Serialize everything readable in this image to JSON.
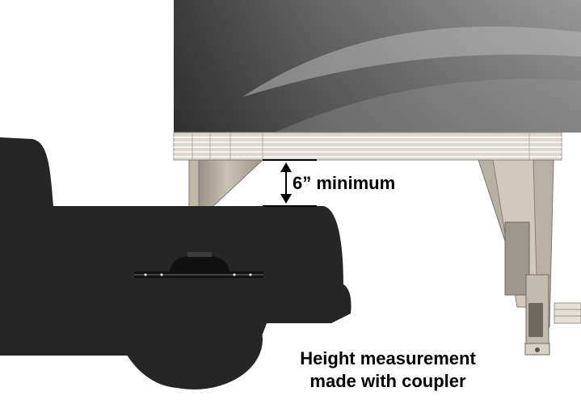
{
  "measurement": {
    "label": "6” minimum"
  },
  "caption": {
    "line1": "Height measurement",
    "line2": "made with coupler"
  },
  "colors": {
    "truck": "#262626",
    "trailer_body": "#5a5a5a",
    "frame_rail": "#d9d4cc",
    "pin_box": "#a7a095",
    "landing_gear": "#bdb6aa",
    "arrow": "#000000"
  },
  "icons": {
    "truck": "pickup-truck-silhouette",
    "trailer": "fifth-wheel-trailer",
    "hitch": "fifth-wheel-hitch",
    "arrow": "double-headed-arrow"
  }
}
